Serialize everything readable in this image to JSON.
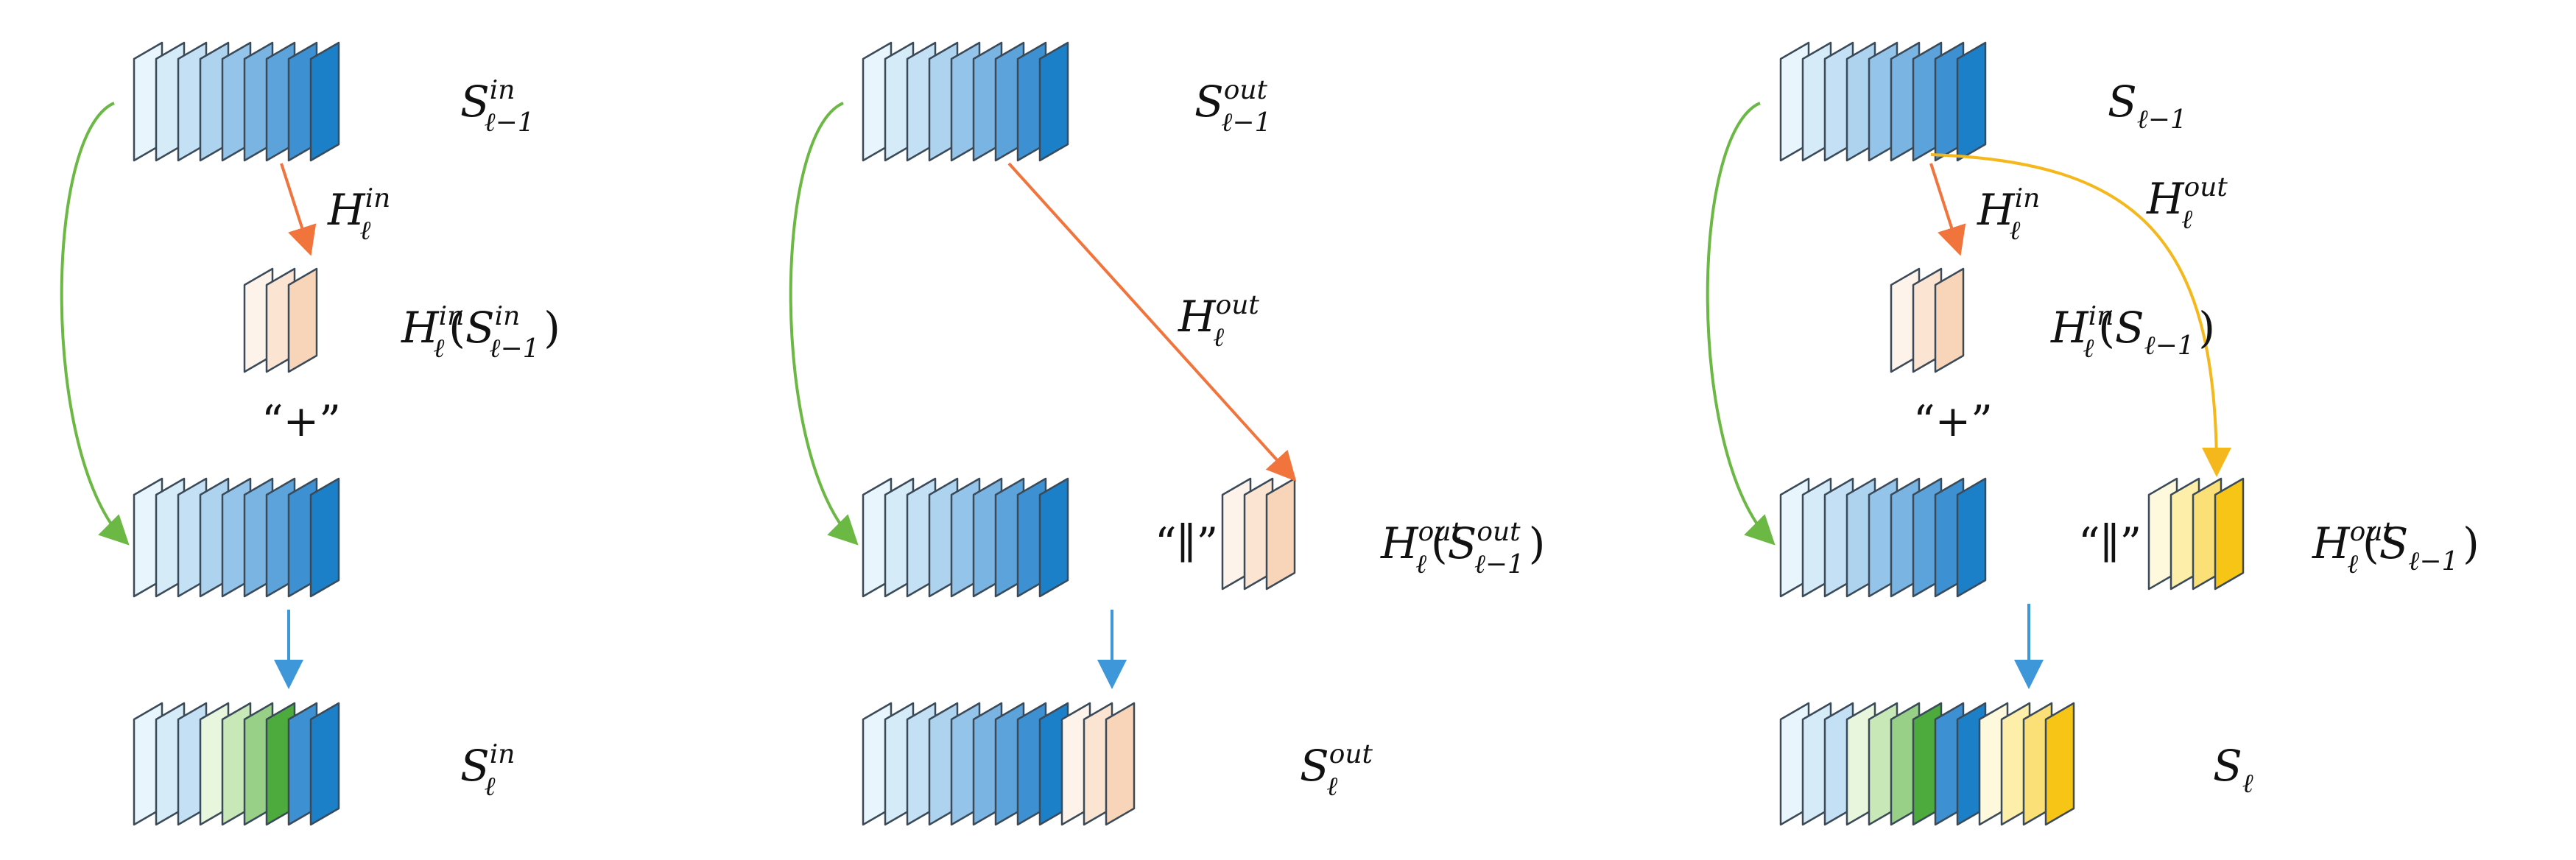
{
  "colors": {
    "blue": [
      "#e8f5fc",
      "#d6ebf8",
      "#c4e0f4",
      "#aed3ef",
      "#94c4e9",
      "#7ab4e2",
      "#5da3db",
      "#3d91d2",
      "#1c80c8"
    ],
    "green": [
      "#e8f6de",
      "#c8e8b8",
      "#98d088",
      "#4cab3c"
    ],
    "orange": [
      "#fdf3ea",
      "#fbe4d2",
      "#f8d4b8",
      "#f5c4a2"
    ],
    "yellow": [
      "#fef8dc",
      "#fdeea9",
      "#fbe077",
      "#f7c515"
    ],
    "arrow_green": "#6cb844",
    "arrow_orange": "#f0743c",
    "arrow_blue": "#3d97d8",
    "arrow_yellow": "#f5b81c"
  },
  "panels": [
    {
      "top_label": {
        "base": "S",
        "sup": "in",
        "sub": "ℓ−1"
      },
      "h_label": {
        "base": "H",
        "sup": "in",
        "sub": "ℓ"
      },
      "mid_label": {
        "base": "H",
        "sup": "in",
        "sub": "ℓ",
        "arg_base": "S",
        "arg_sup": "in",
        "arg_sub": "ℓ−1"
      },
      "op": "“+”",
      "bottom_label": {
        "base": "S",
        "sup": "in",
        "sub": "ℓ"
      }
    },
    {
      "top_label": {
        "base": "S",
        "sup": "out",
        "sub": "ℓ−1"
      },
      "h_label": {
        "base": "H",
        "sup": "out",
        "sub": "ℓ"
      },
      "mid_label": {
        "base": "H",
        "sup": "out",
        "sub": "ℓ",
        "arg_base": "S",
        "arg_sup": "out",
        "arg_sub": "ℓ−1"
      },
      "op": "“∥”",
      "bottom_label": {
        "base": "S",
        "sup": "out",
        "sub": "ℓ"
      }
    },
    {
      "top_label": {
        "base": "S",
        "sup": "",
        "sub": "ℓ−1"
      },
      "h_label_in": {
        "base": "H",
        "sup": "in",
        "sub": "ℓ"
      },
      "h_label_out": {
        "base": "H",
        "sup": "out",
        "sub": "ℓ"
      },
      "mid_label_in": {
        "base": "H",
        "sup": "in",
        "sub": "ℓ",
        "arg_base": "S",
        "arg_sup": "",
        "arg_sub": "ℓ−1"
      },
      "op_plus": "“+”",
      "op_concat": "“∥”",
      "mid_label_out": {
        "base": "H",
        "sup": "out",
        "sub": "ℓ",
        "arg_base": "S",
        "arg_sup": "",
        "arg_sub": "ℓ−1"
      },
      "bottom_label": {
        "base": "S",
        "sup": "",
        "sub": "ℓ"
      }
    }
  ]
}
